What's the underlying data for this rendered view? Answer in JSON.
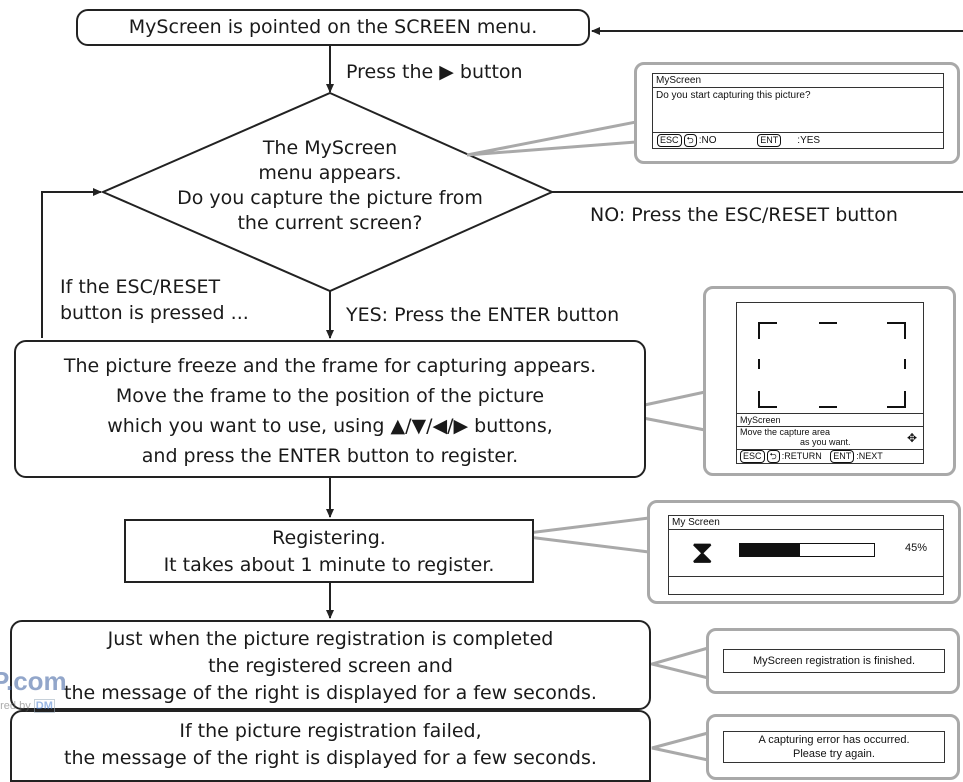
{
  "start_box": {
    "text": "MyScreen is pointed on the SCREEN menu."
  },
  "step_right": {
    "text": "Press the ▶ button"
  },
  "decision": {
    "lines": [
      "The MyScreen",
      "menu appears.",
      "Do you capture the picture from",
      "the current screen?"
    ]
  },
  "no_branch": {
    "text": "NO: Press the ESC/RESET button"
  },
  "esc_note": {
    "lines": [
      "If the ESC/RESET",
      "button is pressed ..."
    ]
  },
  "yes_branch": {
    "text": "YES: Press the ENTER button"
  },
  "freeze_box": {
    "lines": [
      "The picture freeze and the frame for capturing appears.",
      "Move the frame to the position of the picture",
      "which you want to use, using ▲/▼/◀/▶ buttons,",
      "and press the ENTER button to register."
    ]
  },
  "register_box": {
    "lines": [
      "Registering.",
      "It takes about 1 minute to register."
    ]
  },
  "complete_box": {
    "lines": [
      "Just when the picture registration is completed",
      "the registered screen and",
      "the message of the right is displayed for a few seconds."
    ]
  },
  "failed_box": {
    "lines": [
      "If the picture registration failed,",
      "the message of the right is displayed for a few seconds."
    ]
  },
  "screen1": {
    "title": "MyScreen",
    "message": "Do you start capturing this picture?",
    "key_esc": "ESC",
    "no_label": ":NO",
    "key_ent": "ENT",
    "yes_label": ":YES"
  },
  "screen2": {
    "title": "MyScreen",
    "line1": "Move the capture area",
    "line2": "as you want.",
    "key_esc": "ESC",
    "return_label": ":RETURN",
    "key_ent": "ENT",
    "next_label": ":NEXT"
  },
  "screen3": {
    "title": "My Screen",
    "progress_text": "45%",
    "progress": 0.45
  },
  "screen4": {
    "message": "MyScreen registration is finished."
  },
  "screen5": {
    "lines": [
      "A capturing error has occurred.",
      "Please try again."
    ]
  },
  "watermark": {
    "left_top": "P.com",
    "left_bottom": "ered by",
    "logo_text": "DM"
  },
  "colors": {
    "line": "#222222",
    "balloon": "#a9a9a9",
    "progress_fill": "#111111",
    "watermark": "#3a5fa0"
  }
}
